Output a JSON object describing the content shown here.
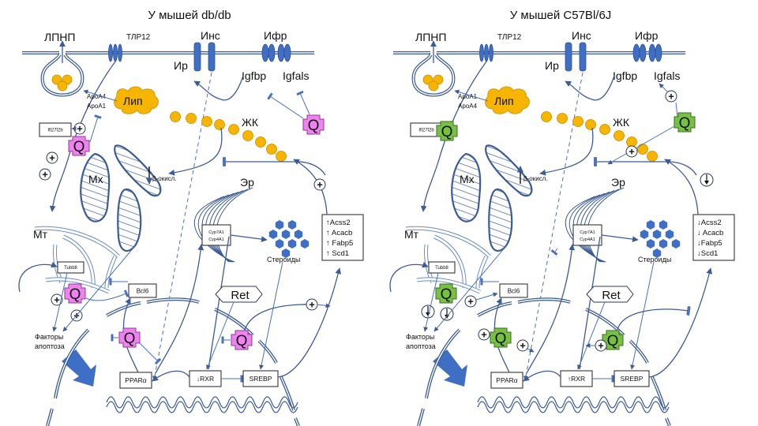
{
  "panels": [
    {
      "id": "dbdb",
      "title": "У мышей db/db",
      "q_color": "#ee82ee",
      "labels": {
        "ldl": "ЛПНП",
        "tlr": "ТЛР12",
        "ins": "Инс",
        "ir": "Ир",
        "ifr": "Ифр",
        "igfbp": "Igfbp",
        "igfals": "Igfals",
        "apo_top": "ApoA4",
        "apo_bottom": "ApoA1",
        "lip": "Лип",
        "fa": "ЖК",
        "mx": "Мх",
        "beta_ox": "β-окисл.",
        "beta_ox_dir": "down",
        "er": "Эр",
        "mt": "Мт",
        "apoptosis_1": "Факторы",
        "apoptosis_2": "апоптоза",
        "steroids": "Стероиды",
        "ret": "Ret",
        "q": "Q"
      },
      "boxes": {
        "ifi": "Ifi27l2b",
        "tubb": "Tubb8",
        "bcl6": "Bcl6",
        "cyp1": "Cyp7A1",
        "cyp2": "Cyp4A1",
        "ppar": "PPARα",
        "rxr": "↓RXR",
        "srebp": "SREBP",
        "genes": [
          "↑Acss2",
          "↑ Acacb",
          "↑ Fabp5",
          "↑ Scd1"
        ]
      }
    },
    {
      "id": "c57",
      "title": "У мышей C57Bl/6J",
      "q_color": "#76c043",
      "labels": {
        "ldl": "ЛПНП",
        "tlr": "ТЛР12",
        "ins": "Инс",
        "ir": "Ир",
        "ifr": "Ифр",
        "igfbp": "Igfbp",
        "igfals": "Igfals",
        "apo_top": "ApoA1",
        "apo_bottom": "ApoA4",
        "lip": "Лип",
        "fa": "ЖК",
        "mx": "Мх",
        "beta_ox": "β-окисл.",
        "beta_ox_dir": "up",
        "er": "Эр",
        "mt": "Мт",
        "apoptosis_1": "Факторы",
        "apoptosis_2": "апоптоза",
        "steroids": "Стероиды",
        "ret": "Ret",
        "q": "Q"
      },
      "boxes": {
        "ifi": "Ifi27l2b",
        "tubb": "Tubb8",
        "bcl6": "Bcl6",
        "cyp1": "Cyp7A1",
        "cyp2": "Cyp4A1",
        "ppar": "PPARα",
        "rxr": "↑RXR",
        "srebp": "SREBP",
        "genes": [
          "↓Acss2",
          "↓ Acacb",
          "↓Fabp5",
          "↓Scd1"
        ]
      }
    }
  ],
  "symbols": {
    "plus": "+",
    "down": "↓"
  }
}
